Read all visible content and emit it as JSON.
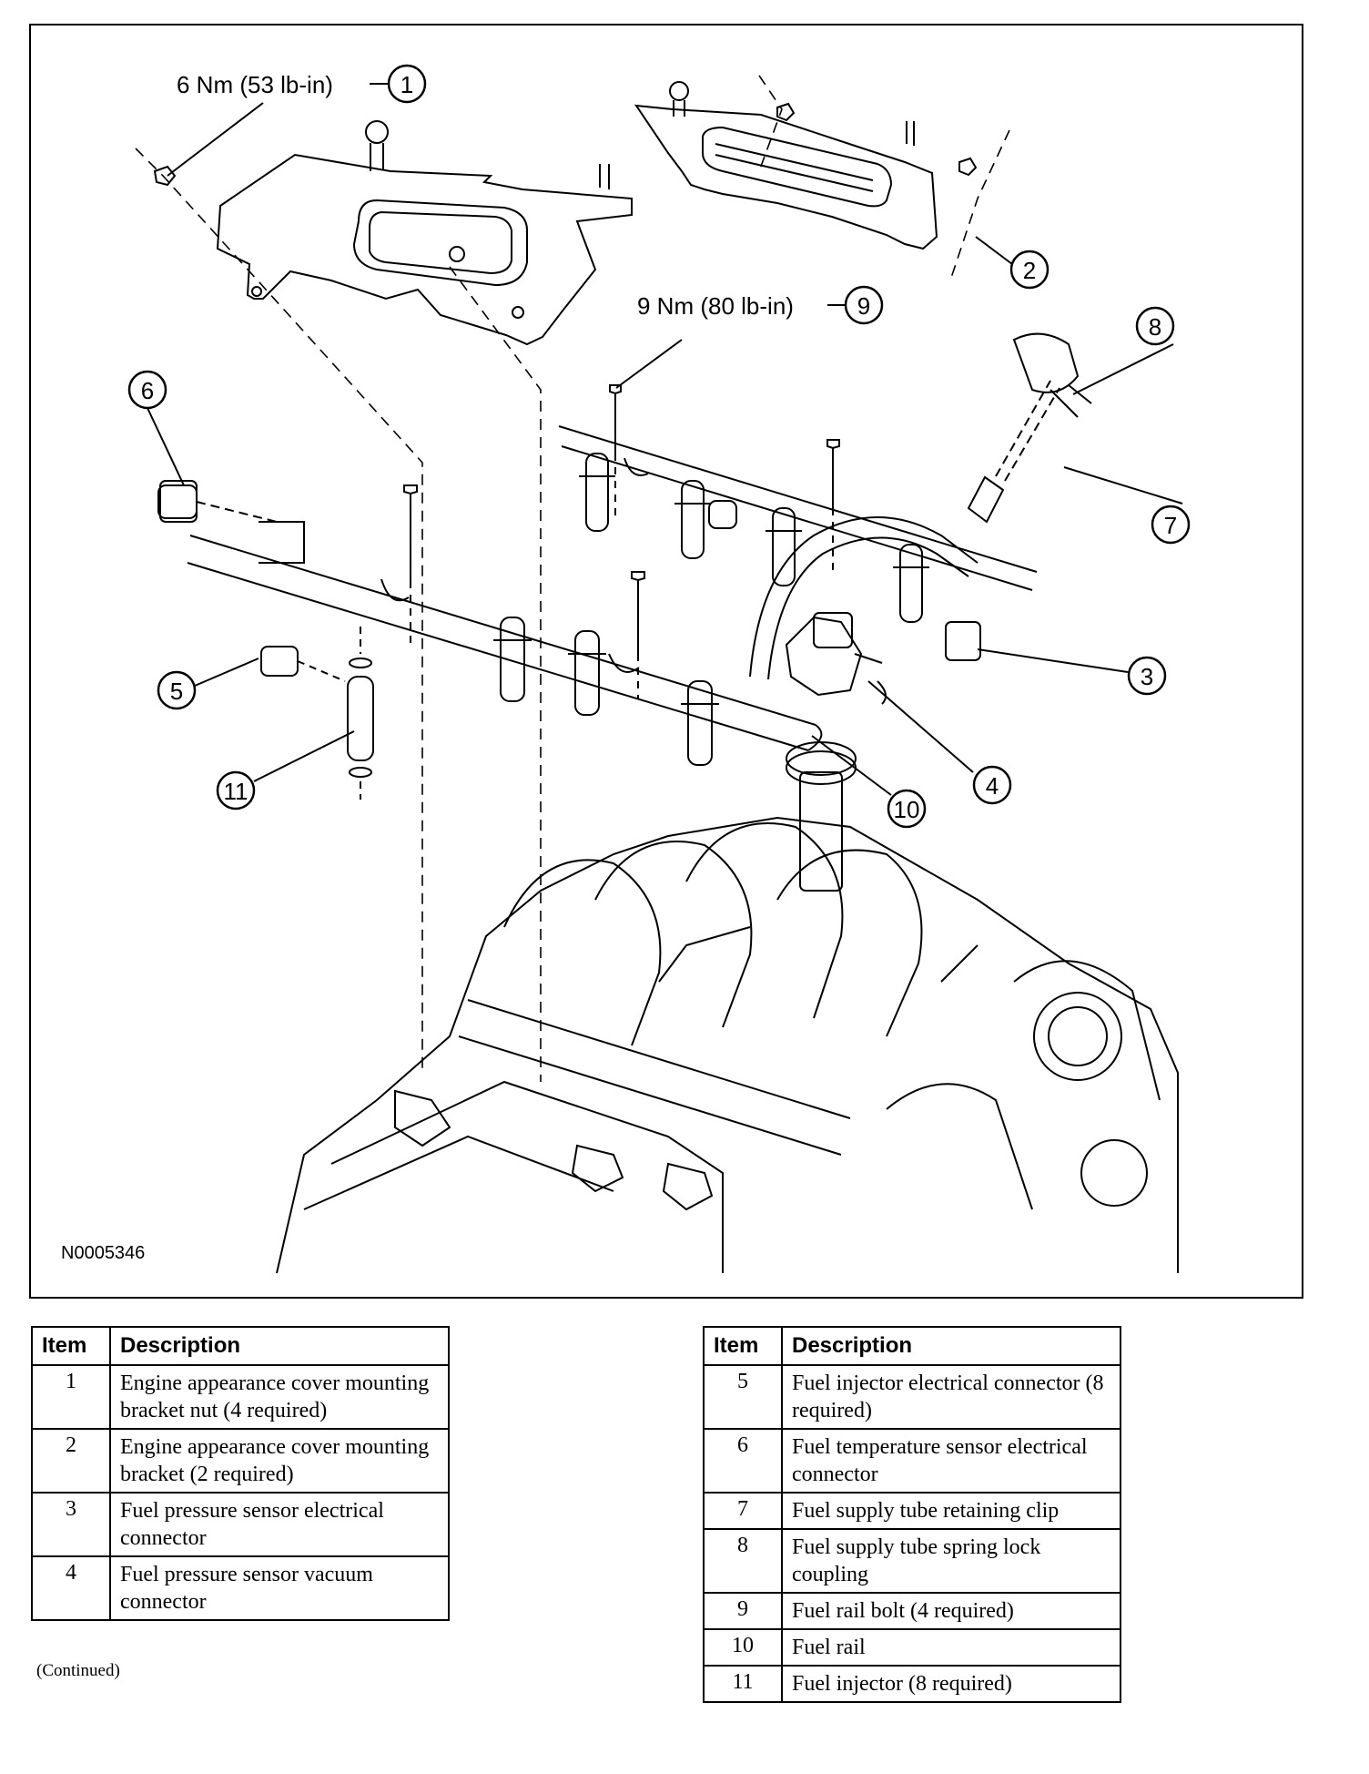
{
  "figure": {
    "id": "N0005346",
    "callouts": [
      {
        "num": "1",
        "torque": "6 Nm (53 lb-in)"
      },
      {
        "num": "2"
      },
      {
        "num": "3"
      },
      {
        "num": "4"
      },
      {
        "num": "5"
      },
      {
        "num": "6"
      },
      {
        "num": "7"
      },
      {
        "num": "8"
      },
      {
        "num": "9",
        "torque": "9 Nm (80 lb-in)"
      },
      {
        "num": "10"
      },
      {
        "num": "11"
      }
    ]
  },
  "legend": {
    "item_header": "Item",
    "description_header": "Description",
    "left": [
      {
        "item": "1",
        "description": "Engine appearance cover mounting bracket nut (4 required)"
      },
      {
        "item": "2",
        "description": "Engine appearance cover mounting bracket (2 required)"
      },
      {
        "item": "3",
        "description": "Fuel pressure sensor electrical connector"
      },
      {
        "item": "4",
        "description": "Fuel pressure sensor vacuum connector"
      }
    ],
    "right": [
      {
        "item": "5",
        "description": "Fuel injector electrical connector (8 required)"
      },
      {
        "item": "6",
        "description": "Fuel temperature sensor electrical connector"
      },
      {
        "item": "7",
        "description": "Fuel supply tube retaining clip"
      },
      {
        "item": "8",
        "description": "Fuel supply tube spring lock coupling"
      },
      {
        "item": "9",
        "description": "Fuel rail bolt (4 required)"
      },
      {
        "item": "10",
        "description": "Fuel rail"
      },
      {
        "item": "11",
        "description": "Fuel injector (8 required)"
      }
    ],
    "continued": "(Continued)"
  }
}
